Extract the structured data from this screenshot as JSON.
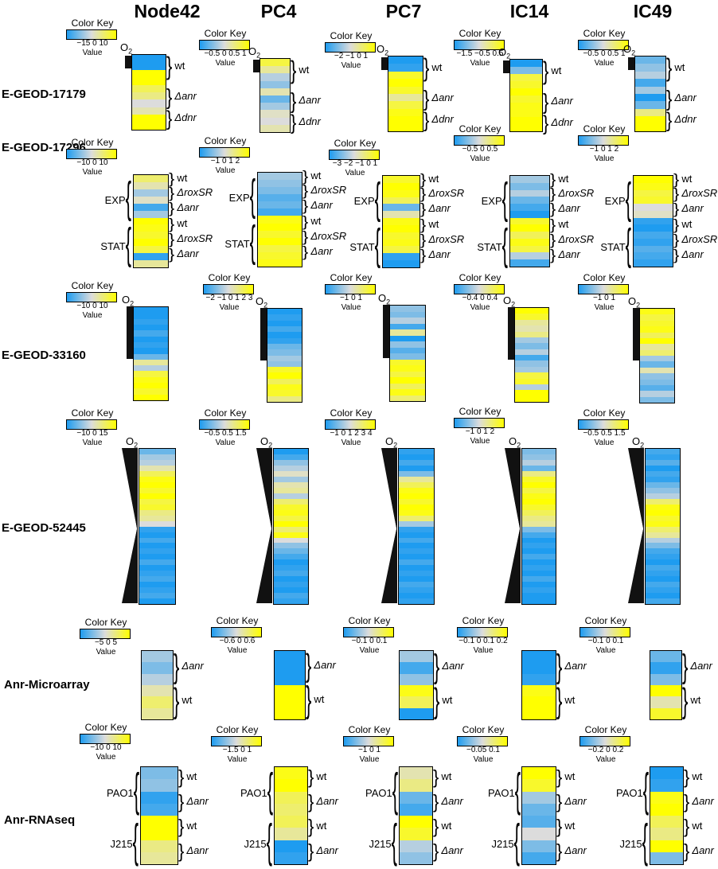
{
  "columns": [
    "Node42",
    "PC4",
    "PC7",
    "IC14",
    "IC49"
  ],
  "rows": [
    "E-GEOD-17179",
    "E-GEOD-17296",
    "E-GEOD-33160",
    "E-GEOD-52445",
    "Anr-Microarray",
    "Anr-RNAseq"
  ],
  "key_title": "Color Key",
  "key_value": "Value",
  "o2": "O",
  "o2_sub": "2",
  "labels": {
    "wt": "wt",
    "anr": "Δanr",
    "dnr": "Δdnr",
    "roxsr": "ΔroxSR",
    "exp": "EXP",
    "stat": "STAT",
    "pao1": "PAO1",
    "j215": "J215"
  },
  "keys": {
    "r0": [
      "−15   0   10",
      "−0.5 0 0.5 1",
      "−2 −1  0  1",
      "−1.5 −0.5 0.5",
      "−0.5 0 0.5 1"
    ],
    "r1": [
      "−10  0  10",
      "−1   0   1   2",
      "−3 −2 −1 0 1",
      "−0.5  0  0.5",
      "−1  0  1  2"
    ],
    "r2": [
      "−10  0  10",
      "−2 −1 0 1 2 3",
      "−1    0    1",
      "−0.4  0  0.4",
      "−1    0    1"
    ],
    "r3": [
      "−10  0  15",
      "−0.5  0.5  1.5",
      "−1 0 1 2 3 4",
      "−1  0  1  2",
      "−0.5 0.5 1.5"
    ],
    "r4": [
      "−5   0   5",
      "−0.6   0   0.6",
      "−0.1   0   0.1",
      "−0.1 0 0.1 0.2",
      "−0.1   0   0.1"
    ],
    "r5": [
      "−10  0  10",
      "−1.5    0    1",
      "−1    0    1",
      "−0.05    0.1",
      "−0.2    0   0.2"
    ]
  },
  "colors": {
    "blue": "#1e9cf0",
    "grey": "#dcdcdc",
    "yellow": "#ffff00"
  }
}
